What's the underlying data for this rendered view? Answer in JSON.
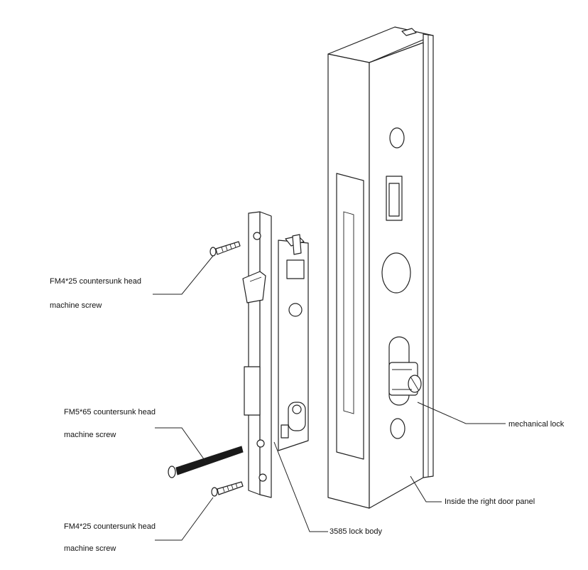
{
  "labels": {
    "screw_top_line1": "FM4*25 countersunk head",
    "screw_top_line2": "machine screw",
    "screw_mid_line1": "FM5*65 countersunk head",
    "screw_mid_line2": "machine screw",
    "screw_bottom_line1": "FM4*25 countersunk head",
    "screw_bottom_line2": "machine screw",
    "lock_body": "3585 lock body",
    "mechanical_lock": "mechanical lock",
    "door_panel": "Inside the right door panel"
  }
}
